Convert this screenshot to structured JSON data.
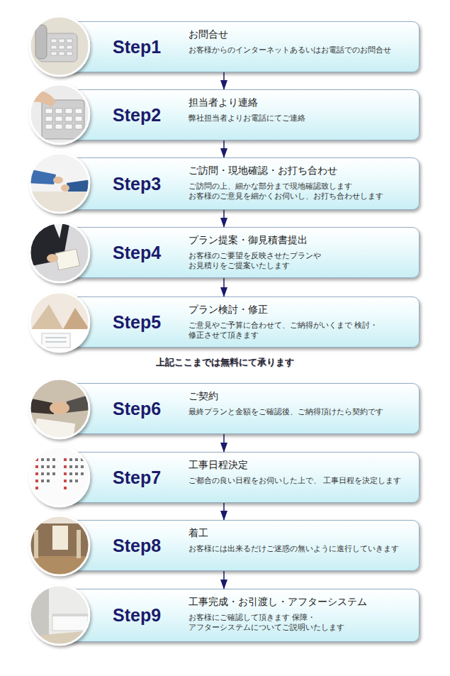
{
  "diagram": {
    "nodes": [
      {
        "text": [
          "Step1",
          "お問合せ",
          "お客様からのインターネットあるいはお電話でのお問合せ"
        ]
      },
      {
        "text": [
          "Step2",
          "担当者より連絡",
          "弊社担当者よりお電話にてご連絡"
        ]
      },
      {
        "text": [
          "Step3",
          "ご訪問・現地確認・お打ち合わせ",
          "ご訪問の上、細かな部分まで現地確認致します お客様のご意見を細かくお伺いし、お打ち合わせします"
        ]
      },
      {
        "text": [
          "Step4",
          "プラン提案・御見積書提出",
          "お客様のご要望を反映させたプランや お見積りをご提案いたします"
        ]
      },
      {
        "text": [
          "Step5",
          "プラン検討・修正",
          "ご意見やご予算に合わせて、ご納得がいくまで 検討・修正させて頂きます"
        ]
      },
      {
        "text": [
          "Step6",
          "ご契約",
          "最終プランと金額をご確認後、ご納得頂けたら契約です"
        ]
      },
      {
        "text": [
          "Step7",
          "工事日程決定",
          "ご都合の良い日程をお伺いした上で、 工事日程を決定します"
        ]
      },
      {
        "text": [
          "Step8",
          "着工",
          "お客様には出来るだけご迷惑の無いように進行していきます"
        ]
      },
      {
        "text": [
          "Step9",
          "工事完成・お引渡し・アフターシステム",
          "お客様にご確認して頂きます 保障・アフターシステムについてご説明いたします"
        ]
      }
    ],
    "edges": [
      {
        "from": 0,
        "to": 1,
        "arrow": "to"
      },
      {
        "from": 1,
        "to": 2,
        "arrow": "to"
      },
      {
        "from": 2,
        "to": 3,
        "arrow": "to"
      },
      {
        "from": 3,
        "to": 4,
        "arrow": "to"
      },
      {
        "from": 5,
        "to": 6,
        "arrow": "to"
      },
      {
        "from": 6,
        "to": 7,
        "arrow": "to"
      },
      {
        "from": 7,
        "to": 8,
        "arrow": "to"
      }
    ],
    "labels": [
      "上記ここまでは無料にて承ります"
    ]
  }
}
